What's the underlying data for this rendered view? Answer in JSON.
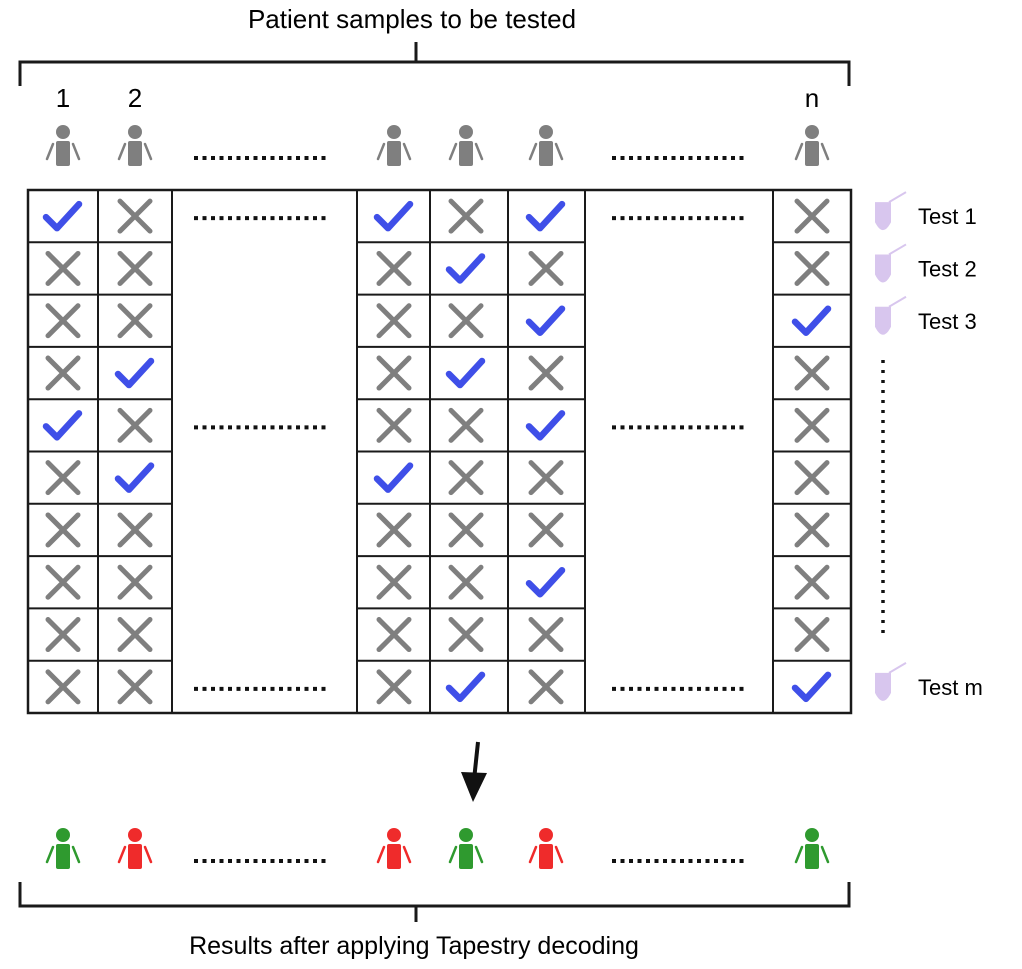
{
  "title": "Patient samples to be tested",
  "footer": "Results after applying Tapestry decoding",
  "column_labels": [
    {
      "col": 0,
      "text": "1"
    },
    {
      "col": 1,
      "text": "2"
    },
    {
      "col": 5,
      "text": "n"
    }
  ],
  "tests": [
    {
      "row": 0,
      "text": "Test 1"
    },
    {
      "row": 1,
      "text": "Test 2"
    },
    {
      "row": 2,
      "text": "Test 3"
    },
    {
      "row": 9,
      "text": "Test  m"
    }
  ],
  "grid": {
    "columns": 6,
    "rows": 10,
    "positives": [
      [
        0,
        0
      ],
      [
        4,
        0
      ],
      [
        0,
        4
      ],
      [
        1,
        3
      ],
      [
        1,
        5
      ],
      [
        2,
        0
      ],
      [
        2,
        5
      ],
      [
        3,
        1
      ],
      [
        3,
        3
      ],
      [
        3,
        9
      ],
      [
        4,
        2
      ],
      [
        4,
        4
      ],
      [
        4,
        7
      ],
      [
        5,
        2
      ],
      [
        5,
        9
      ]
    ]
  },
  "results": [
    "negative",
    "positive",
    "positive",
    "negative",
    "positive",
    "negative"
  ],
  "colors": {
    "person": "#7f7f7f",
    "cross": "#7f7f7f",
    "check": "#3f4fe8",
    "positive": "#ef2b2b",
    "negative": "#2f9a2f",
    "tube": "#d8c6ee",
    "line": "#1a1a1a"
  }
}
